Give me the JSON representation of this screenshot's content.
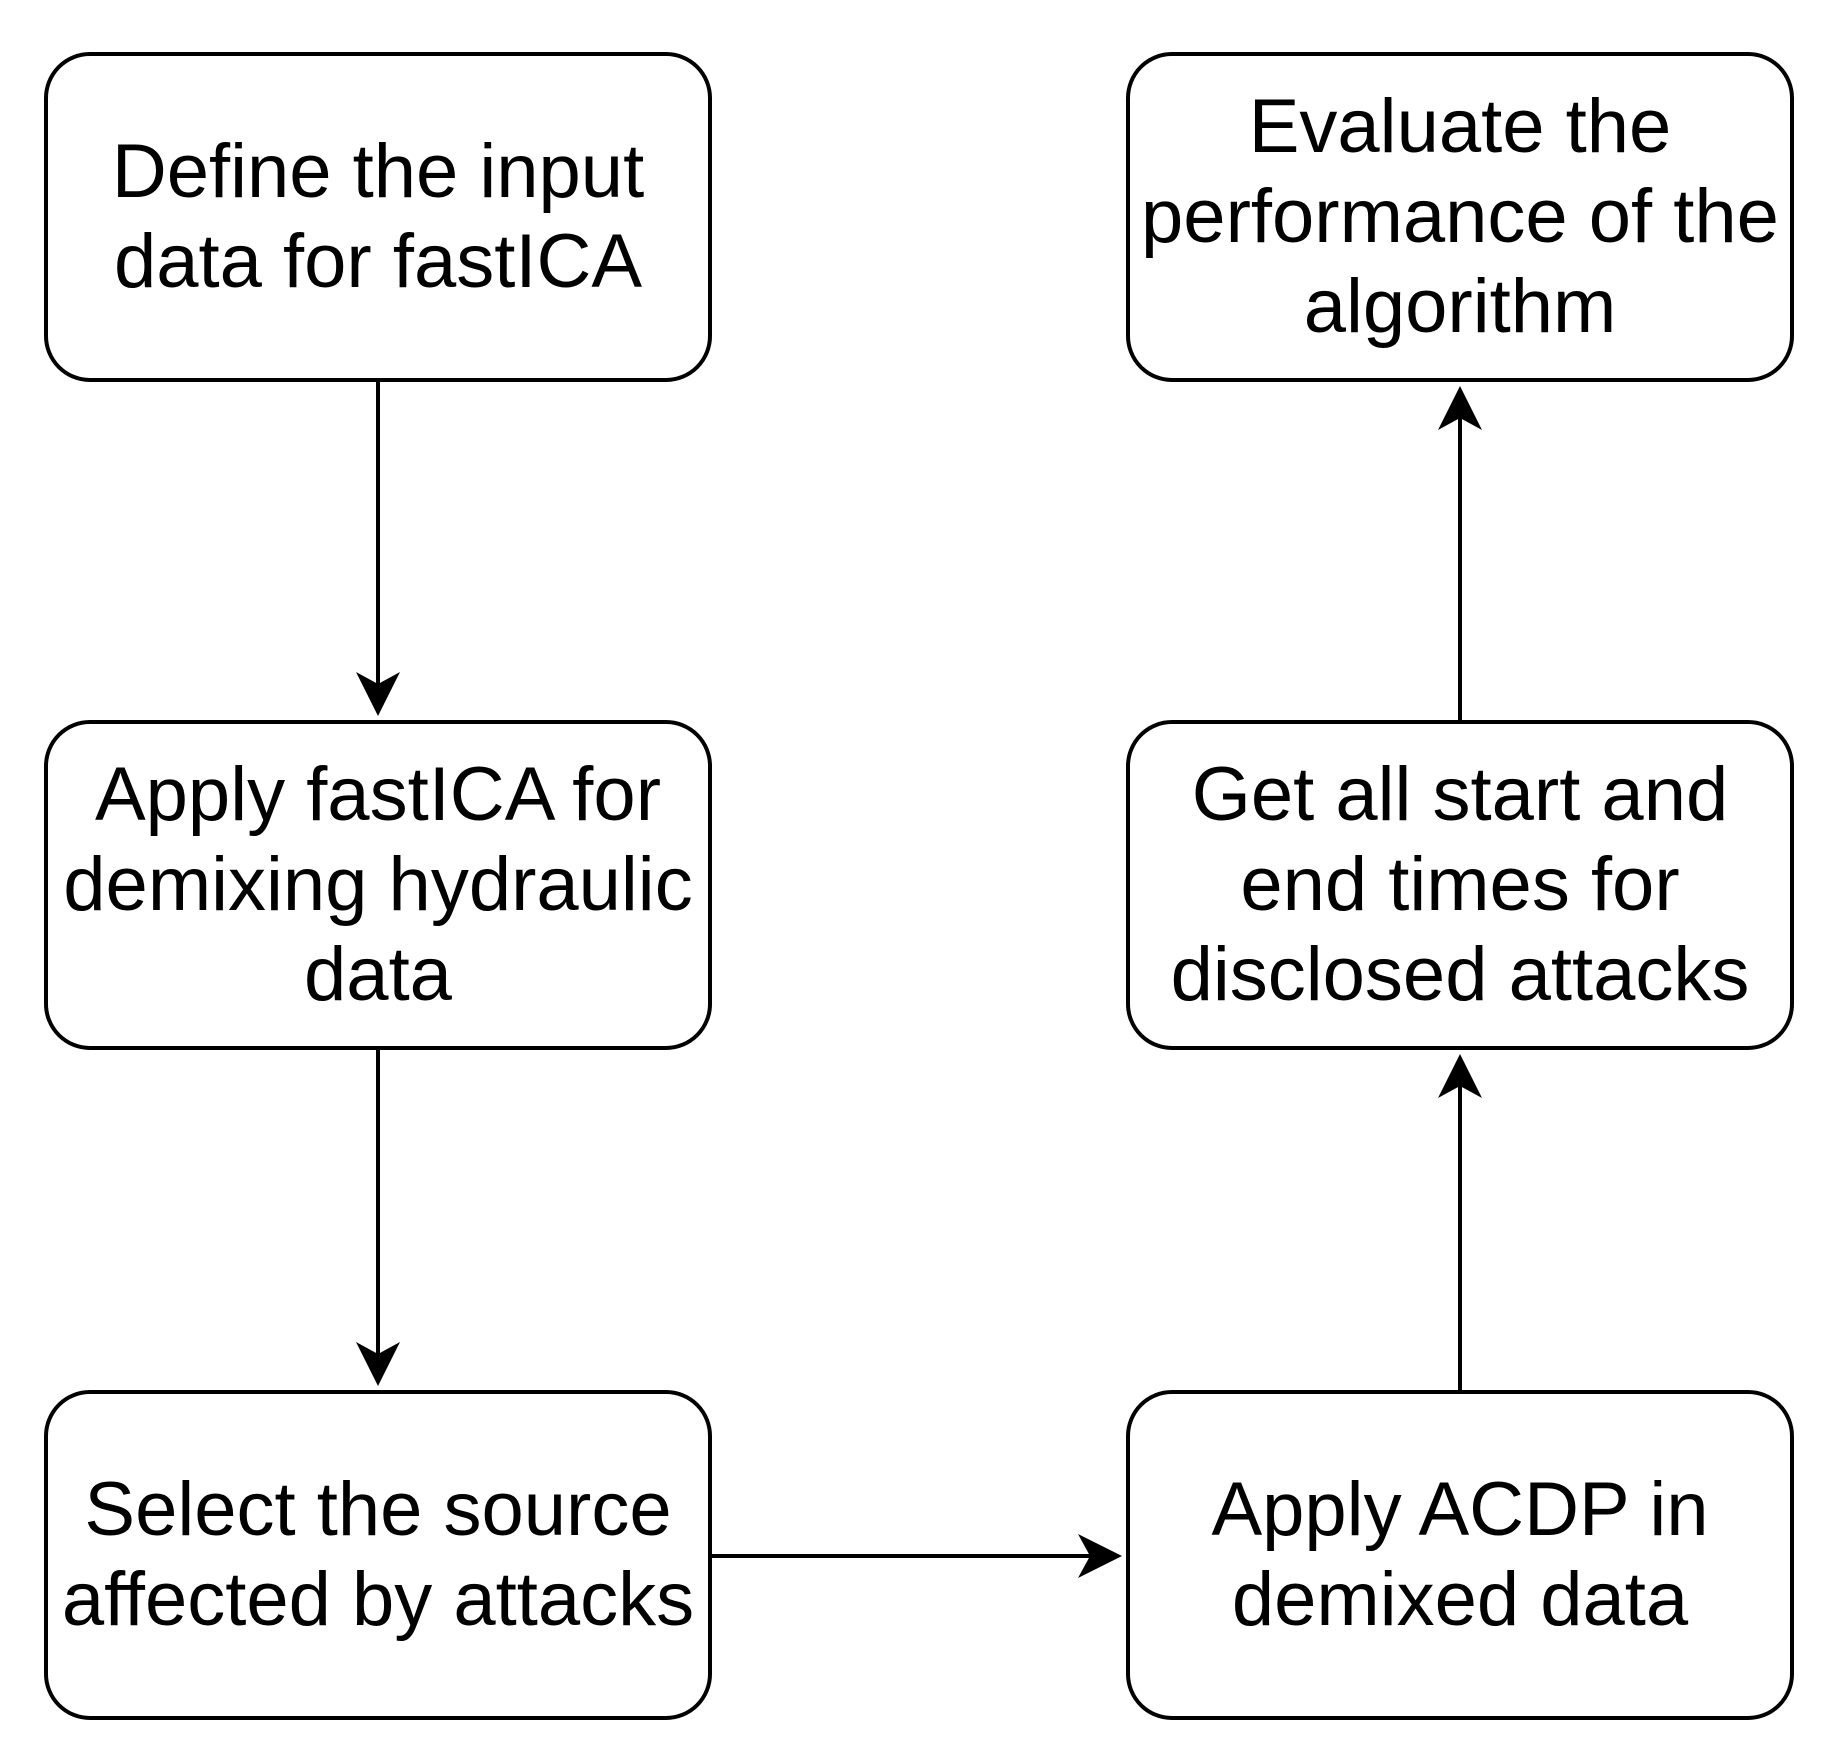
{
  "diagram": {
    "nodes": {
      "define_input": "Define the input\ndata for fastICA",
      "apply_fastica": "Apply fastICA for\ndemixing hydraulic\ndata",
      "select_source": "Select the source\naffected by attacks",
      "apply_acdp": "Apply ACDP in\ndemixed data",
      "get_times": "Get all start and\nend times for\ndisclosed attacks",
      "evaluate": "Evaluate the\nperformance of the\nalgorithm"
    },
    "edges": [
      {
        "from": "define_input",
        "to": "apply_fastica"
      },
      {
        "from": "apply_fastica",
        "to": "select_source"
      },
      {
        "from": "select_source",
        "to": "apply_acdp"
      },
      {
        "from": "apply_acdp",
        "to": "get_times"
      },
      {
        "from": "get_times",
        "to": "evaluate"
      }
    ],
    "colors": {
      "stroke": "#000000",
      "fill": "#ffffff",
      "text": "#000000"
    }
  }
}
